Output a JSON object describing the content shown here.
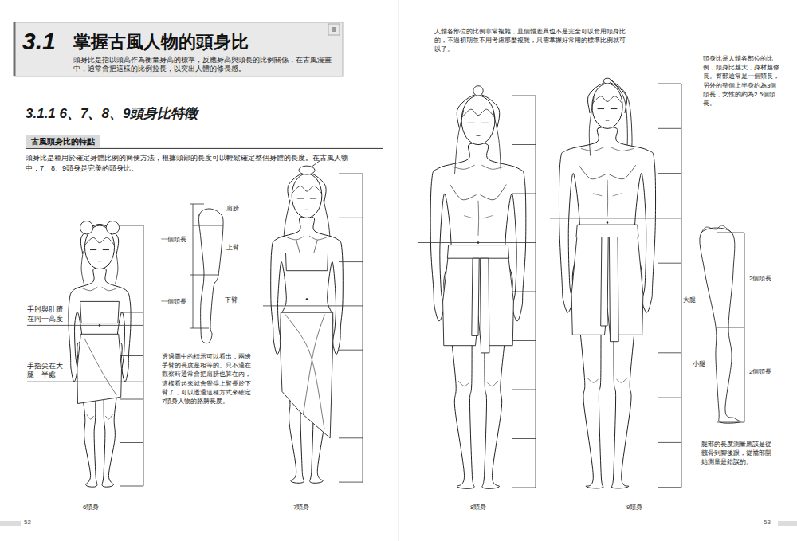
{
  "diagram": {
    "title": "掌握古風人物的頭身比",
    "nodes": [
      {
        "text": [
          "古風頭身比的特點"
        ]
      }
    ],
    "labels": [
      "3.1",
      "頭身比是指以頭高作為衡量身高的標準，反應身高與頭長的比例關係，在古風漫畫中，通常會把這樣的比例拉長，以突出人體的修長感。",
      "3.1.1 6、7、8、9頭身比特徵",
      "頭身比是種用於確定身體比例的簡便方法，根據頭部的長度可以輕鬆確定整個身體的長度。在古風人物中，7、8、9頭身是完美的頭身比。",
      "手肘與肚臍在同一高度",
      "手指尖在大腿一半處",
      "肩膀",
      "一個頭長",
      "上臂",
      "一個頭長",
      "下臂",
      "透過圖中的標示可以看出，兩邊手臂的長度是相等的。只不過在觀察時通常會把肩膀也算在內，這樣看起來就會覺得上臂長於下臂了，可以透過這種方式來確定7頭身人物的胳膊長度。",
      "6頭身",
      "7頭身",
      "人體各部位的比例非常複雜，且個體差異也不是完全可以套用頭身比的，不過初期並不用考慮那麼複雜，只需掌握好常用的標準比例就可以了。",
      "頭身比是人體各部位的比例，頭身比越大，身材越修長。臀部通常是一個頭長，另外的整個上半身約為3個頭長，女性的約為2.5個頭長。",
      "大腿",
      "2個頭長",
      "小腿",
      "2個頭長",
      "腿部的長度測量應該是從髖骨到腳後跟，從襠部開始測量是錯誤的。",
      "8頭身",
      "9頭身",
      "52",
      "53"
    ]
  }
}
